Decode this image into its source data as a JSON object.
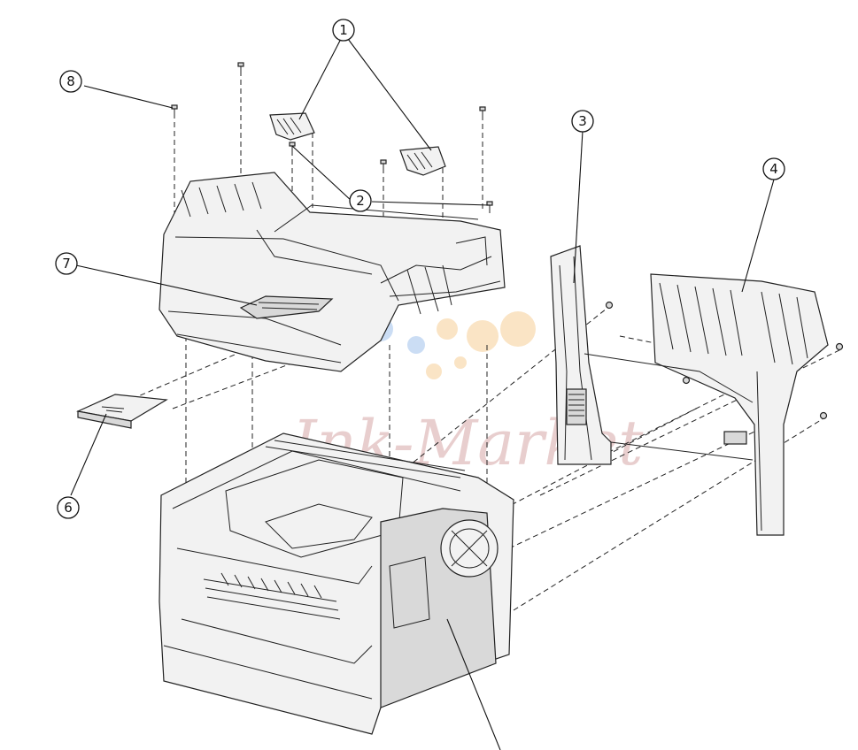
{
  "callouts": [
    {
      "number": "1"
    },
    {
      "number": "2"
    },
    {
      "number": "3"
    },
    {
      "number": "4"
    },
    {
      "number": "6"
    },
    {
      "number": "7"
    },
    {
      "number": "8"
    }
  ],
  "watermark": {
    "text": "Ink-Market"
  },
  "colors": {
    "line": "#222222",
    "fill": "#f2f2f2",
    "watermark": "#d7a7a7",
    "logo_blue": "#8fb8e8",
    "logo_orange": "#f5c98f"
  }
}
